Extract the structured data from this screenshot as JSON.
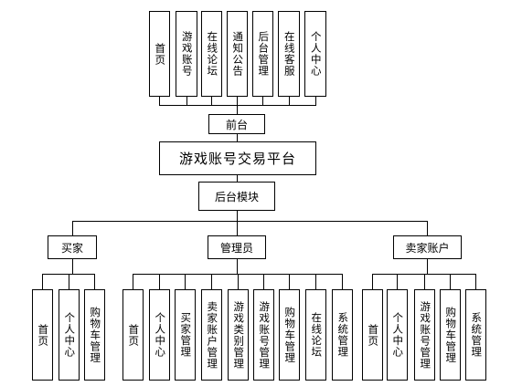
{
  "diagram": {
    "top_modules": [
      "首页",
      "游戏账号",
      "在线论坛",
      "通知公告",
      "后台管理",
      "在线客服",
      "个人中心"
    ],
    "frontend_label": "前台",
    "platform_title": "游戏账号交易平台",
    "backend_label": "后台模块",
    "roles": [
      {
        "label": "买家",
        "modules": [
          "首页",
          "个人中心",
          "购物车管理"
        ]
      },
      {
        "label": "管理员",
        "modules": [
          "首页",
          "个人中心",
          "买家管理",
          "卖家账户管理",
          "游戏类别管理",
          "游戏账号管理",
          "购物车管理",
          "在线论坛",
          "系统管理"
        ]
      },
      {
        "label": "卖家账户",
        "modules": [
          "首页",
          "个人中心",
          "游戏账号管理",
          "购物车管理",
          "系统管理"
        ]
      }
    ]
  }
}
